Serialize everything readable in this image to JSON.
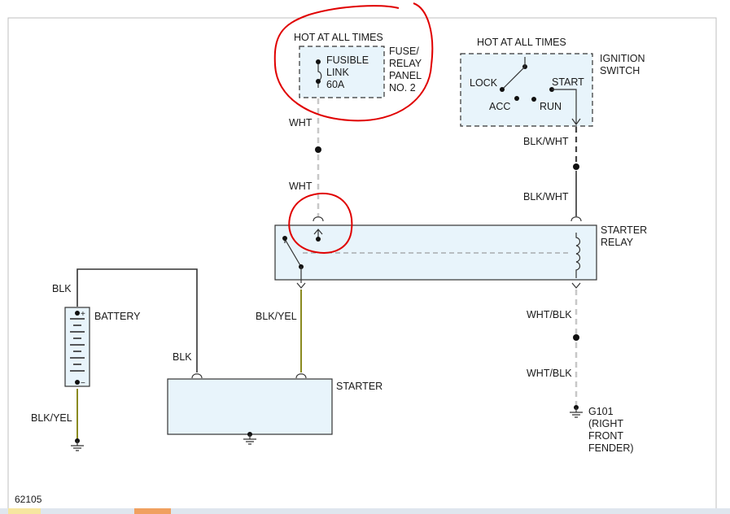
{
  "labels": {
    "hot_fuse": "HOT AT ALL TIMES",
    "fusible_1": "FUSIBLE",
    "fusible_2": "LINK",
    "fusible_3": "60A",
    "panel_1": "FUSE/",
    "panel_2": "RELAY",
    "panel_3": "PANEL",
    "panel_4": "NO. 2",
    "hot_ign": "HOT AT ALL TIMES",
    "ign_1": "IGNITION",
    "ign_2": "SWITCH",
    "lock": "LOCK",
    "start": "START",
    "acc": "ACC",
    "run": "RUN",
    "wht_1": "WHT",
    "wht_2": "WHT",
    "blkwht_1": "BLK/WHT",
    "blkwht_2": "BLK/WHT",
    "relay_1": "STARTER",
    "relay_2": "RELAY",
    "blk_1": "BLK",
    "battery": "BATTERY",
    "plus": "+",
    "minus": "−",
    "blkyel_1": "BLK/YEL",
    "blk_2": "BLK",
    "starter": "STARTER",
    "whtblk_1": "WHT/BLK",
    "whtblk_2": "WHT/BLK",
    "g101_1": "G101",
    "g101_2": "(RIGHT",
    "g101_3": "FRONT",
    "g101_4": "FENDER)",
    "blkyel_2": "BLK/YEL",
    "figure_no": "62105"
  }
}
